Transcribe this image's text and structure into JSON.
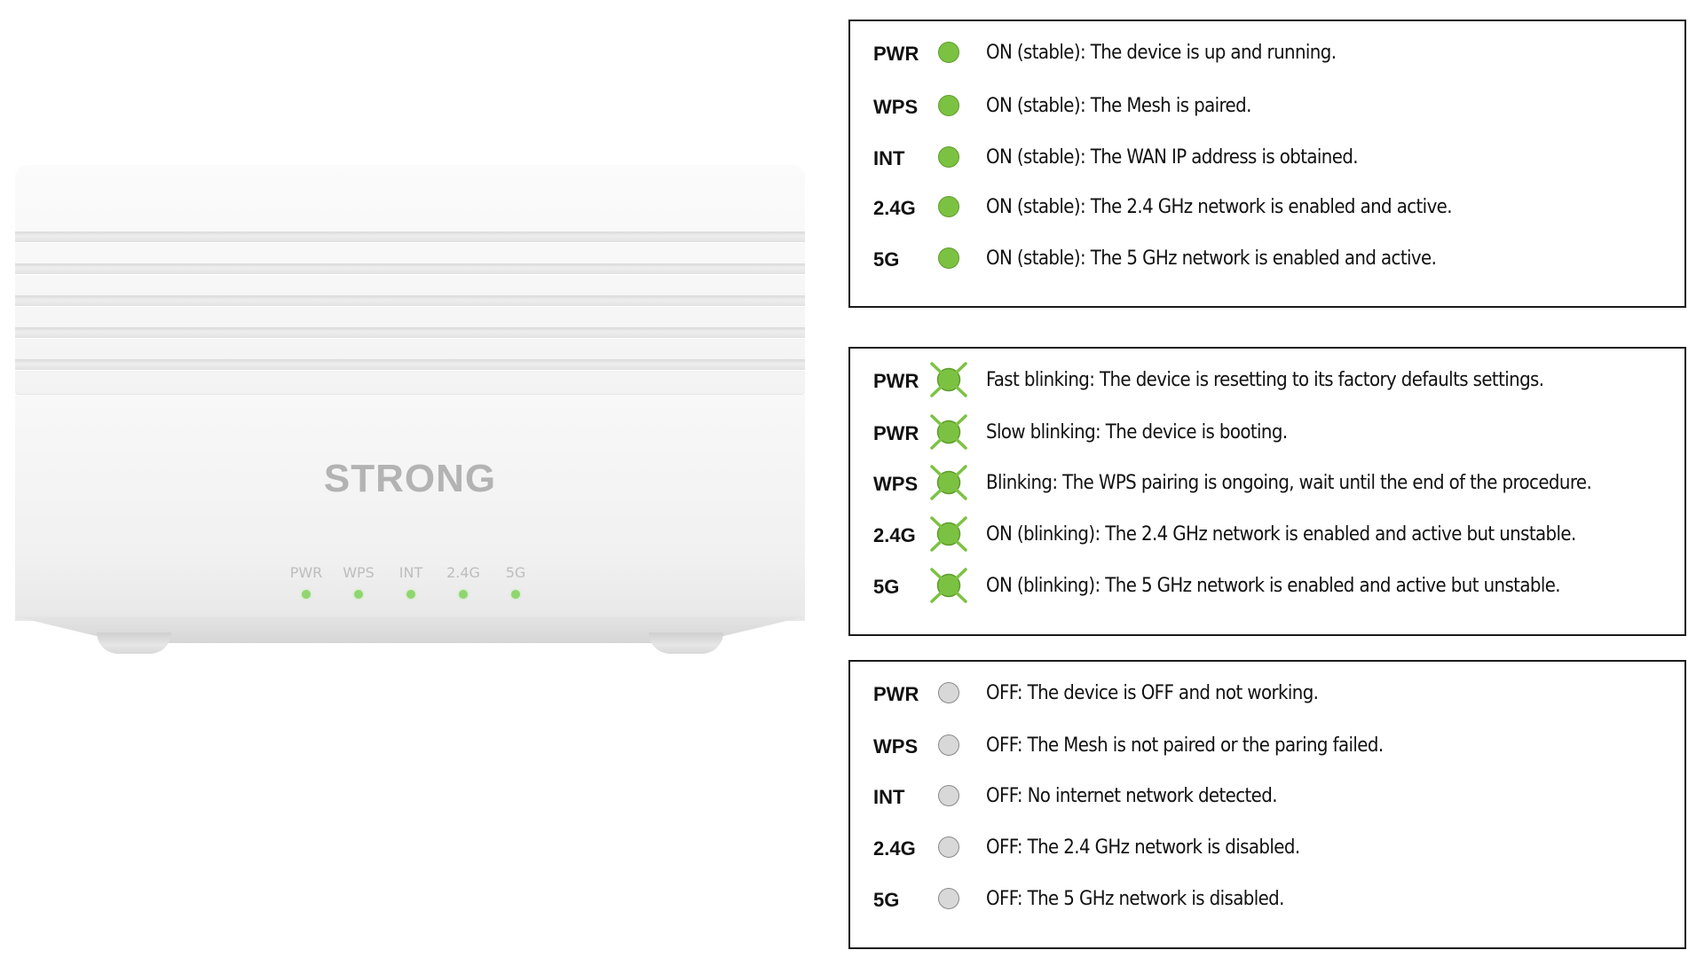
{
  "device": {
    "brand": "STRONG",
    "leds": [
      "PWR",
      "WPS",
      "INT",
      "2.4G",
      "5G"
    ],
    "led_color": "#8fd66f"
  },
  "colors": {
    "on": "#7cc242",
    "off": "#d8d8d8",
    "border": "#1a1a1a"
  },
  "legend": {
    "stable": [
      {
        "led": "PWR",
        "icon": "green-dot-icon",
        "text": "ON (stable): The device is up and running."
      },
      {
        "led": "WPS",
        "icon": "green-dot-icon",
        "text": "ON (stable): The Mesh is paired."
      },
      {
        "led": "INT",
        "icon": "green-dot-icon",
        "text": "ON (stable): The WAN IP address is obtained."
      },
      {
        "led": "2.4G",
        "icon": "green-dot-icon",
        "text": "ON (stable): The 2.4 GHz network is enabled and active."
      },
      {
        "led": "5G",
        "icon": "green-dot-icon",
        "text": "ON (stable): The 5 GHz network is enabled and active."
      }
    ],
    "blinking": [
      {
        "led": "PWR",
        "icon": "blinking-dot-icon",
        "text": "Fast blinking: The device is resetting to its factory defaults settings."
      },
      {
        "led": "PWR",
        "icon": "blinking-dot-icon",
        "text": "Slow blinking: The device is booting."
      },
      {
        "led": "WPS",
        "icon": "blinking-dot-icon",
        "text": "Blinking: The WPS pairing is ongoing, wait until the end of the procedure."
      },
      {
        "led": "2.4G",
        "icon": "blinking-dot-icon",
        "text": "ON (blinking): The 2.4 GHz network is enabled and active but unstable."
      },
      {
        "led": "5G",
        "icon": "blinking-dot-icon",
        "text": "ON (blinking): The 5 GHz network is enabled and active but unstable."
      }
    ],
    "off": [
      {
        "led": "PWR",
        "icon": "gray-dot-icon",
        "text": "OFF: The device is OFF and not working."
      },
      {
        "led": "WPS",
        "icon": "gray-dot-icon",
        "text": "OFF: The Mesh is not paired or the paring failed."
      },
      {
        "led": "INT",
        "icon": "gray-dot-icon",
        "text": "OFF: No internet network detected."
      },
      {
        "led": "2.4G",
        "icon": "gray-dot-icon",
        "text": "OFF: The 2.4 GHz network is disabled."
      },
      {
        "led": "5G",
        "icon": "gray-dot-icon",
        "text": "OFF: The 5 GHz network is disabled."
      }
    ]
  }
}
